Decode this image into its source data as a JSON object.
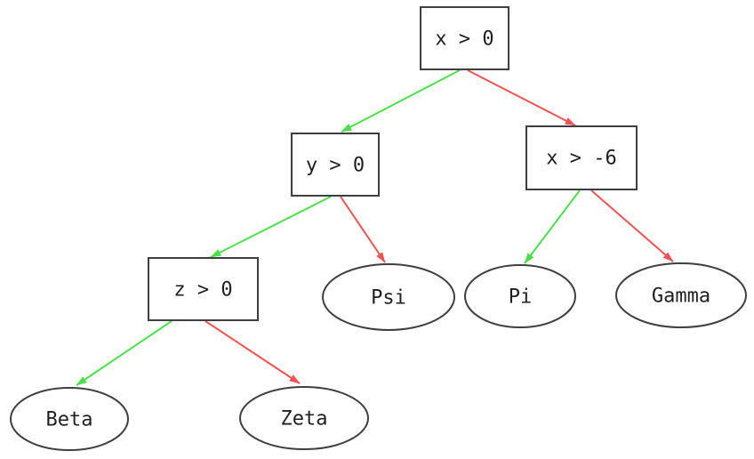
{
  "diagram": {
    "type": "decision-tree",
    "colors": {
      "true_edge": "#4be04b",
      "false_edge": "#f25252",
      "node_border": "#3f3f3f",
      "node_fill": "#ffffff",
      "text": "#1f1f1f",
      "background": "#ffffff"
    },
    "nodes": {
      "root": {
        "label": "x > 0",
        "shape": "box"
      },
      "y0": {
        "label": "y > 0",
        "shape": "box"
      },
      "x6": {
        "label": "x > -6",
        "shape": "box"
      },
      "z0": {
        "label": "z > 0",
        "shape": "box"
      },
      "psi": {
        "label": "Psi",
        "shape": "ellipse"
      },
      "pi": {
        "label": "Pi",
        "shape": "ellipse"
      },
      "gamma": {
        "label": "Gamma",
        "shape": "ellipse"
      },
      "beta": {
        "label": "Beta",
        "shape": "ellipse"
      },
      "zeta": {
        "label": "Zeta",
        "shape": "ellipse"
      }
    },
    "edges": [
      {
        "from": "x > 0",
        "to": "y > 0",
        "branch": "true",
        "color": "#4be04b"
      },
      {
        "from": "x > 0",
        "to": "x > -6",
        "branch": "false",
        "color": "#f25252"
      },
      {
        "from": "y > 0",
        "to": "z > 0",
        "branch": "true",
        "color": "#4be04b"
      },
      {
        "from": "y > 0",
        "to": "Psi",
        "branch": "false",
        "color": "#f25252"
      },
      {
        "from": "x > -6",
        "to": "Pi",
        "branch": "true",
        "color": "#4be04b"
      },
      {
        "from": "x > -6",
        "to": "Gamma",
        "branch": "false",
        "color": "#f25252"
      },
      {
        "from": "z > 0",
        "to": "Beta",
        "branch": "true",
        "color": "#4be04b"
      },
      {
        "from": "z > 0",
        "to": "Zeta",
        "branch": "false",
        "color": "#f25252"
      }
    ]
  }
}
